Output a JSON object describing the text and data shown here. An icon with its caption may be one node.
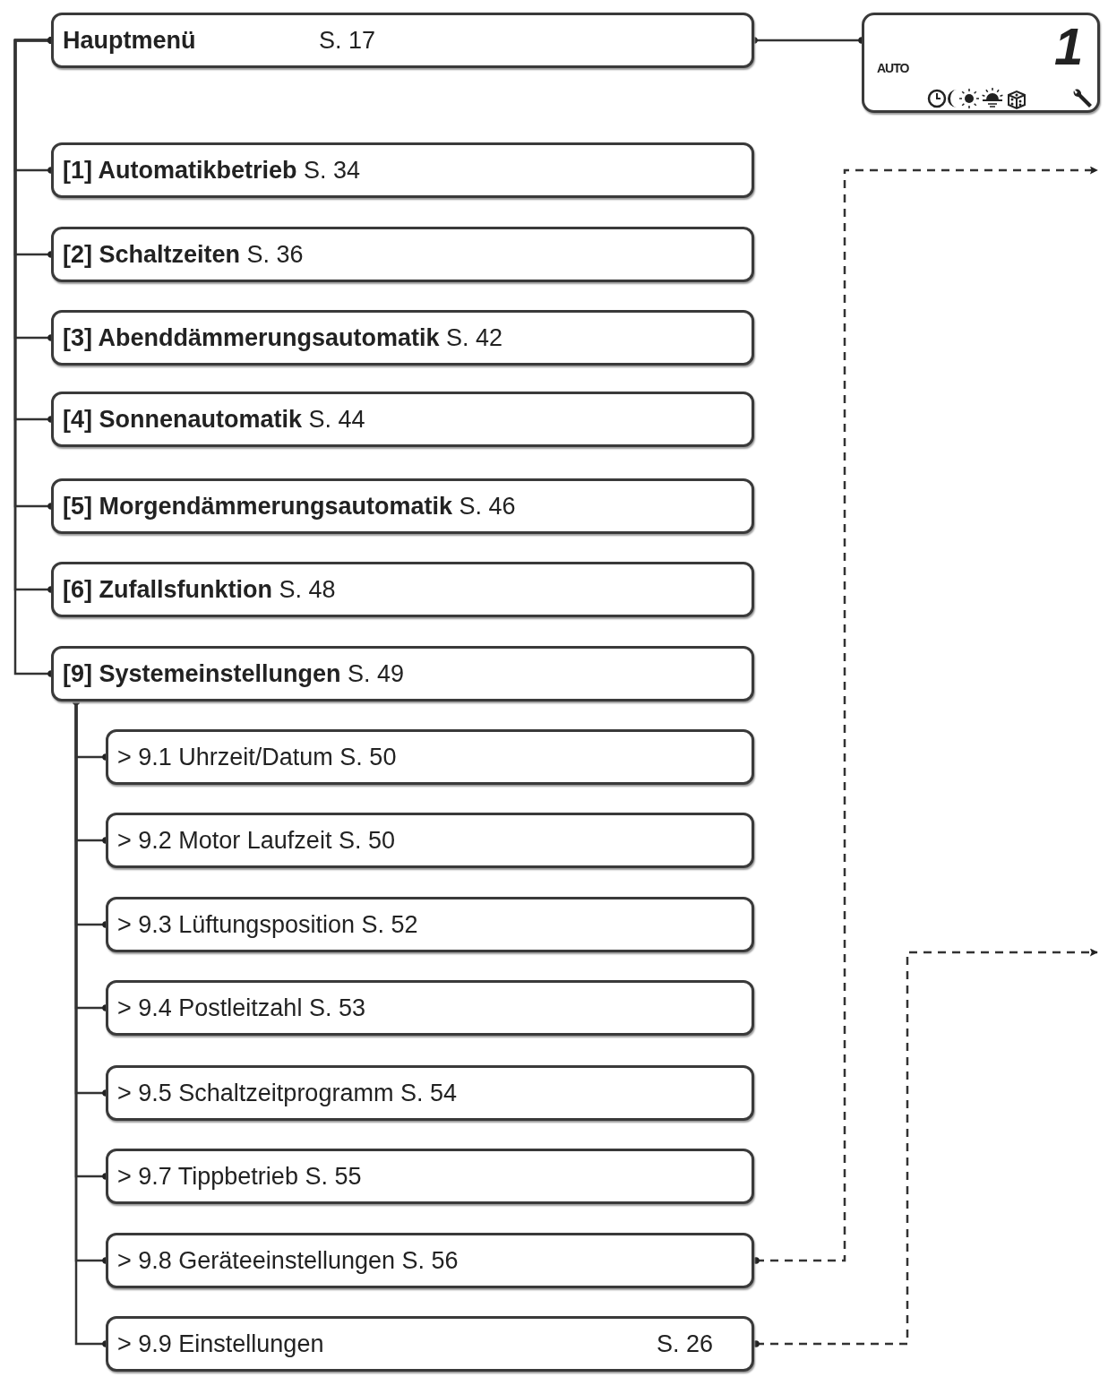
{
  "diagram": {
    "nodes": [
      {
        "text": [
          "Hauptmenü",
          "S. 17"
        ]
      },
      {
        "text": [
          "**[1] Automatikbetrieb** S. 34"
        ]
      },
      {
        "text": [
          "**[2] Schaltzeiten** S. 36"
        ]
      },
      {
        "text": [
          "**[3] Abenddämmerungsautomatik** S. 42"
        ]
      },
      {
        "text": [
          "**[4] Sonnenautomatik** S. 44"
        ]
      },
      {
        "text": [
          "**[5] Morgendämmerungsautomatik** S. 46"
        ]
      },
      {
        "text": [
          "**[6] Zufallsfunktion** S. 48"
        ]
      },
      {
        "text": [
          "**[9] Systemeinstellungen** S. 49"
        ]
      },
      {
        "text": [
          "> 9.1 Uhrzeit/Datum S. 50"
        ]
      },
      {
        "text": [
          "> 9.2 Motor Laufzeit S. 50"
        ]
      },
      {
        "text": [
          "> 9.3 Lüftungsposition S. 52"
        ]
      },
      {
        "text": [
          "> 9.4 Postleitzahl S. 53"
        ]
      },
      {
        "text": [
          "> 9.5 Schaltzeitprogramm S. 54"
        ]
      },
      {
        "text": [
          "> 9.7 Tippbetrieb S. 55"
        ]
      },
      {
        "text": [
          "> 9.8 Geräteeinstellungen S. 56"
        ]
      },
      {
        "text": [
          "> 9.9 Einstellungen",
          "S. 26"
        ]
      },
      {
        "text": [
          "AUTO",
          "1"
        ]
      }
    ],
    "edges": [
      {
        "from": 0,
        "to": 16,
        "arrow": "other"
      },
      {
        "from": 0,
        "to": 1,
        "arrow": "other"
      },
      {
        "from": 0,
        "to": 2,
        "arrow": "other"
      },
      {
        "from": 0,
        "to": 3,
        "arrow": "other"
      },
      {
        "from": 0,
        "to": 4,
        "arrow": "other"
      },
      {
        "from": 0,
        "to": 5,
        "arrow": "other"
      },
      {
        "from": 0,
        "to": 6,
        "arrow": "other"
      },
      {
        "from": 0,
        "to": 7,
        "arrow": "other"
      },
      {
        "from": 7,
        "to": 8,
        "arrow": "other"
      },
      {
        "from": 7,
        "to": 9,
        "arrow": "other"
      },
      {
        "from": 7,
        "to": 10,
        "arrow": "other"
      },
      {
        "from": 7,
        "to": 11,
        "arrow": "other"
      },
      {
        "from": 7,
        "to": 12,
        "arrow": "other"
      },
      {
        "from": 7,
        "to": 13,
        "arrow": "other"
      },
      {
        "from": 7,
        "to": 14,
        "arrow": "other"
      },
      {
        "from": 7,
        "to": 15,
        "arrow": "other"
      },
      {
        "from": 14,
        "to": null,
        "arrow": "to",
        "style": "dashed"
      },
      {
        "from": 15,
        "to": null,
        "arrow": "to",
        "style": "dashed"
      }
    ]
  }
}
